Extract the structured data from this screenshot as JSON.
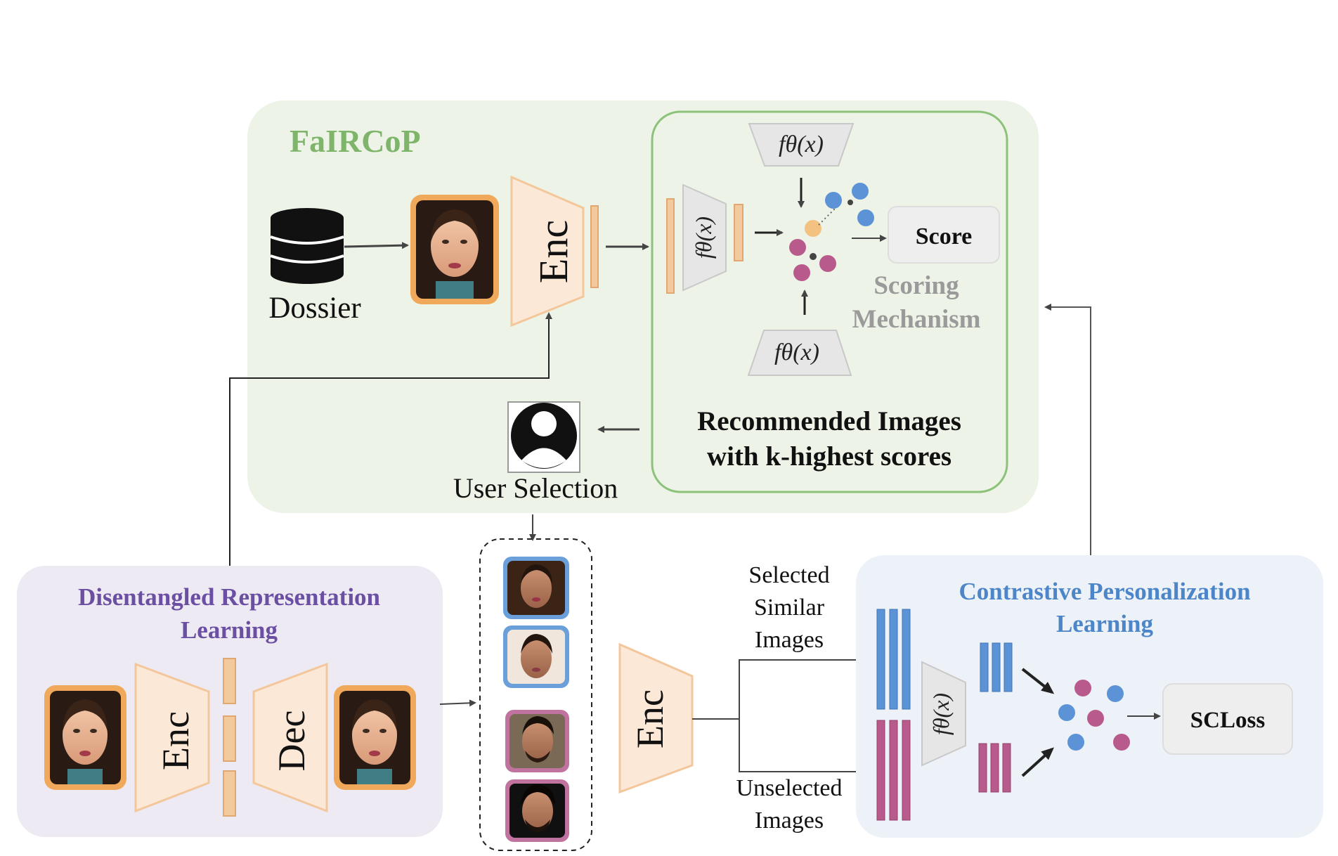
{
  "colors": {
    "green_bg": "#edf4e7",
    "green_border": "#8cc279",
    "green_title": "#7fb56a",
    "purple_bg": "#eeeaf3",
    "purple_title": "#6a4fa3",
    "blue_bg": "#edf2f9",
    "blue_title": "#4d86c8",
    "encoder_fill": "#fbe8d6",
    "encoder_stroke": "#f3c79b",
    "latent_bar": "#f3c99e",
    "score_box": "#eeeeee",
    "dot_blue": "#5b93d6",
    "dot_pink": "#b85a8c",
    "dot_orange": "#f3c180",
    "dark_gray": "#444444",
    "blue_bar": "#5b93d6",
    "pink_bar": "#b85a8c"
  },
  "fairecop": {
    "title": "FaIRCoP",
    "dossier_label": "Dossier",
    "encoder_label": "Enc",
    "user_selection_label": "User Selection",
    "scoring": {
      "f_top": "fθ(x)",
      "f_left": "fθ(x)",
      "f_bottom": "fθ(x)",
      "score_label": "Score",
      "mechanism_line1": "Scoring",
      "mechanism_line2": "Mechanism"
    },
    "recommended_line1": "Recommended Images",
    "recommended_line2": "with k-highest scores"
  },
  "disentangled": {
    "title_line1": "Disentangled Representation",
    "title_line2": "Learning",
    "encoder_label": "Enc",
    "decoder_label": "Dec"
  },
  "middle": {
    "encoder_label": "Enc",
    "selected_line1": "Selected",
    "selected_line2": "Similar",
    "selected_line3": "Images",
    "unselected_line1": "Unselected",
    "unselected_line2": "Images"
  },
  "contrastive": {
    "title_line1": "Contrastive Personalization",
    "title_line2": "Learning",
    "f_label": "fθ(x)",
    "loss_label": "SCLoss"
  }
}
